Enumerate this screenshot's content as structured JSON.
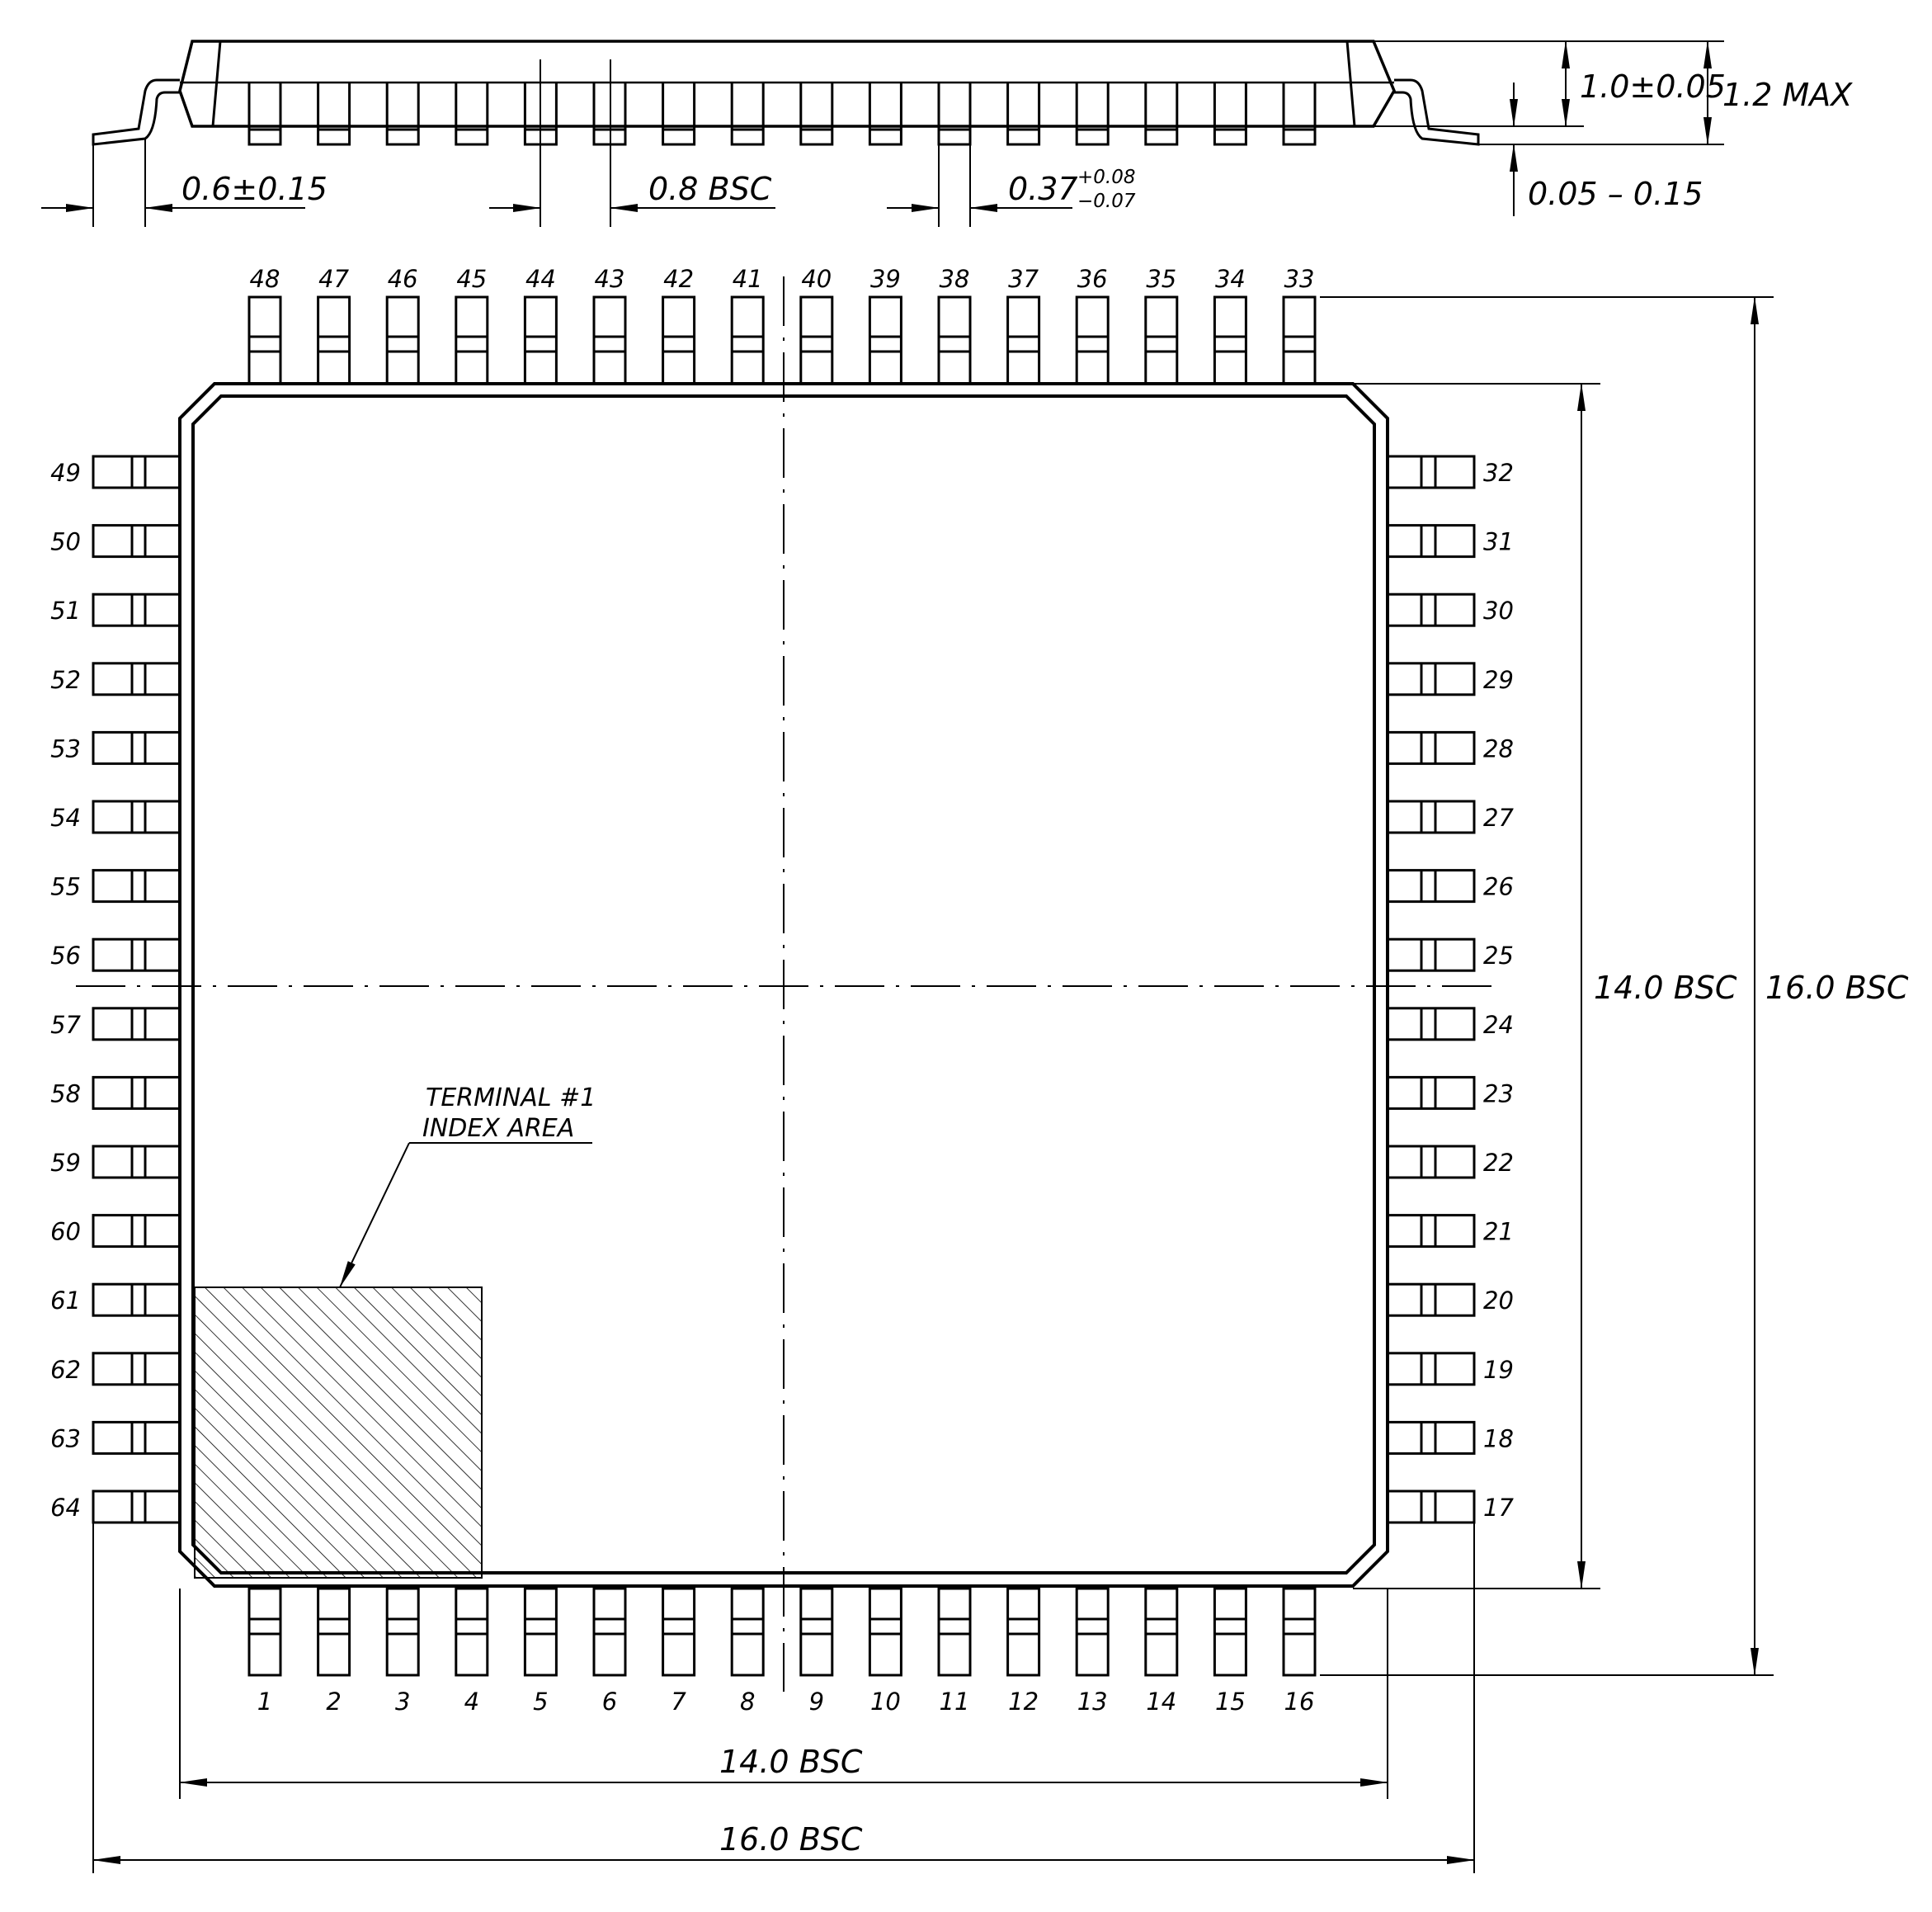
{
  "dimensions": {
    "lead_length": "0.6±0.15",
    "pitch": "0.8 BSC",
    "lead_width_nominal": "0.37",
    "lead_width_tol_plus": "+0.08",
    "lead_width_tol_minus": "−0.07",
    "body_thickness": "1.0±0.05",
    "max_height": "1.2 MAX",
    "standoff": "0.05 – 0.15",
    "body_width": "14.0 BSC",
    "overall_width": "16.0 BSC",
    "body_height": "14.0 BSC",
    "overall_height": "16.0 BSC"
  },
  "index_area": {
    "line1": "TERMINAL #1",
    "line2": "INDEX AREA"
  },
  "pins": {
    "bottom": [
      "1",
      "2",
      "3",
      "4",
      "5",
      "6",
      "7",
      "8",
      "9",
      "10",
      "11",
      "12",
      "13",
      "14",
      "15",
      "16"
    ],
    "right": [
      "17",
      "18",
      "19",
      "20",
      "21",
      "22",
      "23",
      "24",
      "25",
      "26",
      "27",
      "28",
      "29",
      "30",
      "31",
      "32"
    ],
    "top": [
      "33",
      "34",
      "35",
      "36",
      "37",
      "38",
      "39",
      "40",
      "41",
      "42",
      "43",
      "44",
      "45",
      "46",
      "47",
      "48"
    ],
    "left": [
      "49",
      "50",
      "51",
      "52",
      "53",
      "54",
      "55",
      "56",
      "57",
      "58",
      "59",
      "60",
      "61",
      "62",
      "63",
      "64"
    ]
  },
  "colors": {
    "ink": "#000000",
    "paper": "#ffffff"
  }
}
